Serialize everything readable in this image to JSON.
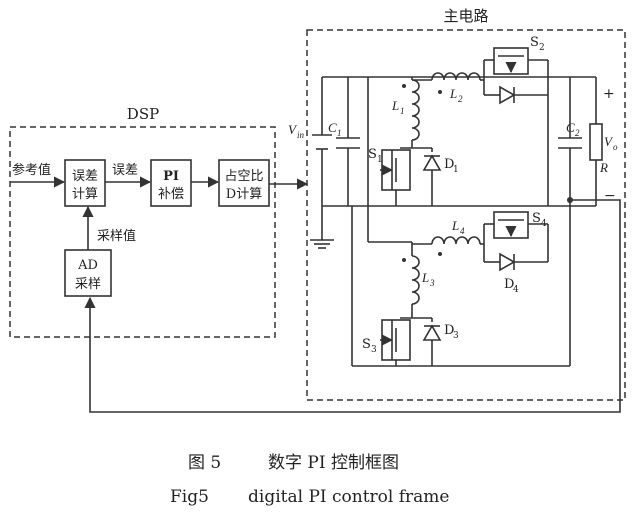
{
  "dsp": {
    "title": "DSP",
    "ref_label": "参考值",
    "error_box": [
      "误差",
      "计算"
    ],
    "error_label": "误差",
    "pi_box": [
      "PI",
      "补偿"
    ],
    "duty_box": [
      "占空比",
      "D计算"
    ],
    "sample_label": "采样值",
    "ad_box": [
      "AD",
      "采样"
    ]
  },
  "main": {
    "title": "主电路",
    "labels": {
      "vin": "V",
      "vin_sub": "in",
      "c1": "C",
      "c1_sub": "1",
      "c2": "C",
      "c2_sub": "2",
      "vo": "V",
      "vo_sub": "o",
      "r": "R",
      "plus": "+",
      "minus": "−",
      "l1": "L",
      "l1_sub": "1",
      "l2": "L",
      "l2_sub": "2",
      "l3": "L",
      "l3_sub": "3",
      "l4": "L",
      "l4_sub": "4",
      "s1": "S",
      "s1_sub": "1",
      "s2": "S",
      "s2_sub": "2",
      "s3": "S",
      "s3_sub": "3",
      "s4": "S",
      "s4_sub": "4",
      "d1": "D",
      "d1_sub": "1",
      "d3": "D",
      "d3_sub": "3",
      "d4": "D",
      "d4_sub": "4"
    }
  },
  "caption": {
    "cn_fig": "图 5",
    "cn_text": "数字 PI 控制框图",
    "en_fig": "Fig5",
    "en_text": "digital PI control frame"
  }
}
